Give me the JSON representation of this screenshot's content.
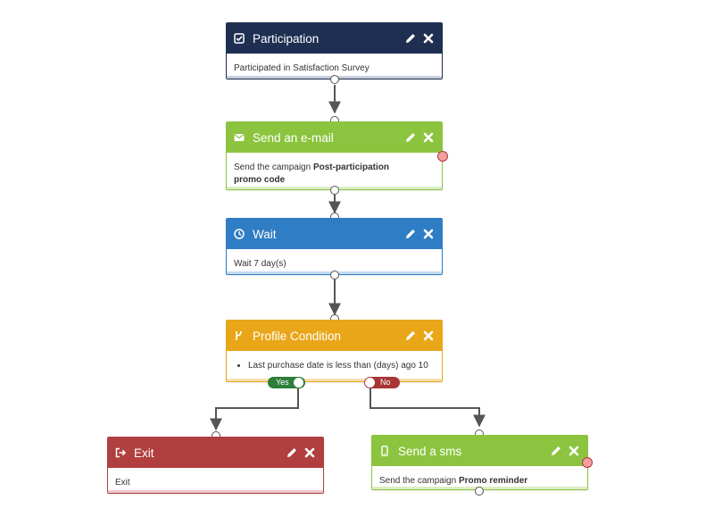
{
  "colors": {
    "participation": "#1f2f52",
    "email": "#8cc43f",
    "wait": "#2f7dc4",
    "condition": "#e9a619",
    "exit": "#b13f3f",
    "sms": "#8cc43f",
    "connector": "#555555"
  },
  "nodes": {
    "participation": {
      "icon": "check-square-icon",
      "title": "Participation",
      "body": "Participated in Satisfaction Survey"
    },
    "email": {
      "icon": "envelope-icon",
      "title": "Send an e-mail",
      "body_prefix": "Send the campaign ",
      "body_bold": "Post-participation promo code"
    },
    "wait": {
      "icon": "clock-icon",
      "title": "Wait",
      "body": "Wait 7 day(s)"
    },
    "condition": {
      "icon": "branch-icon",
      "title": "Profile Condition",
      "rule": "Last purchase date is less than (days) ago 10"
    },
    "exit": {
      "icon": "sign-out-icon",
      "title": "Exit",
      "body": "Exit"
    },
    "sms": {
      "icon": "mobile-icon",
      "title": "Send a sms",
      "body_prefix": "Send the campaign ",
      "body_bold": "Promo reminder"
    }
  },
  "branches": {
    "yes": "Yes",
    "no": "No"
  },
  "actions": {
    "edit": "pencil-icon",
    "delete": "close-icon"
  }
}
